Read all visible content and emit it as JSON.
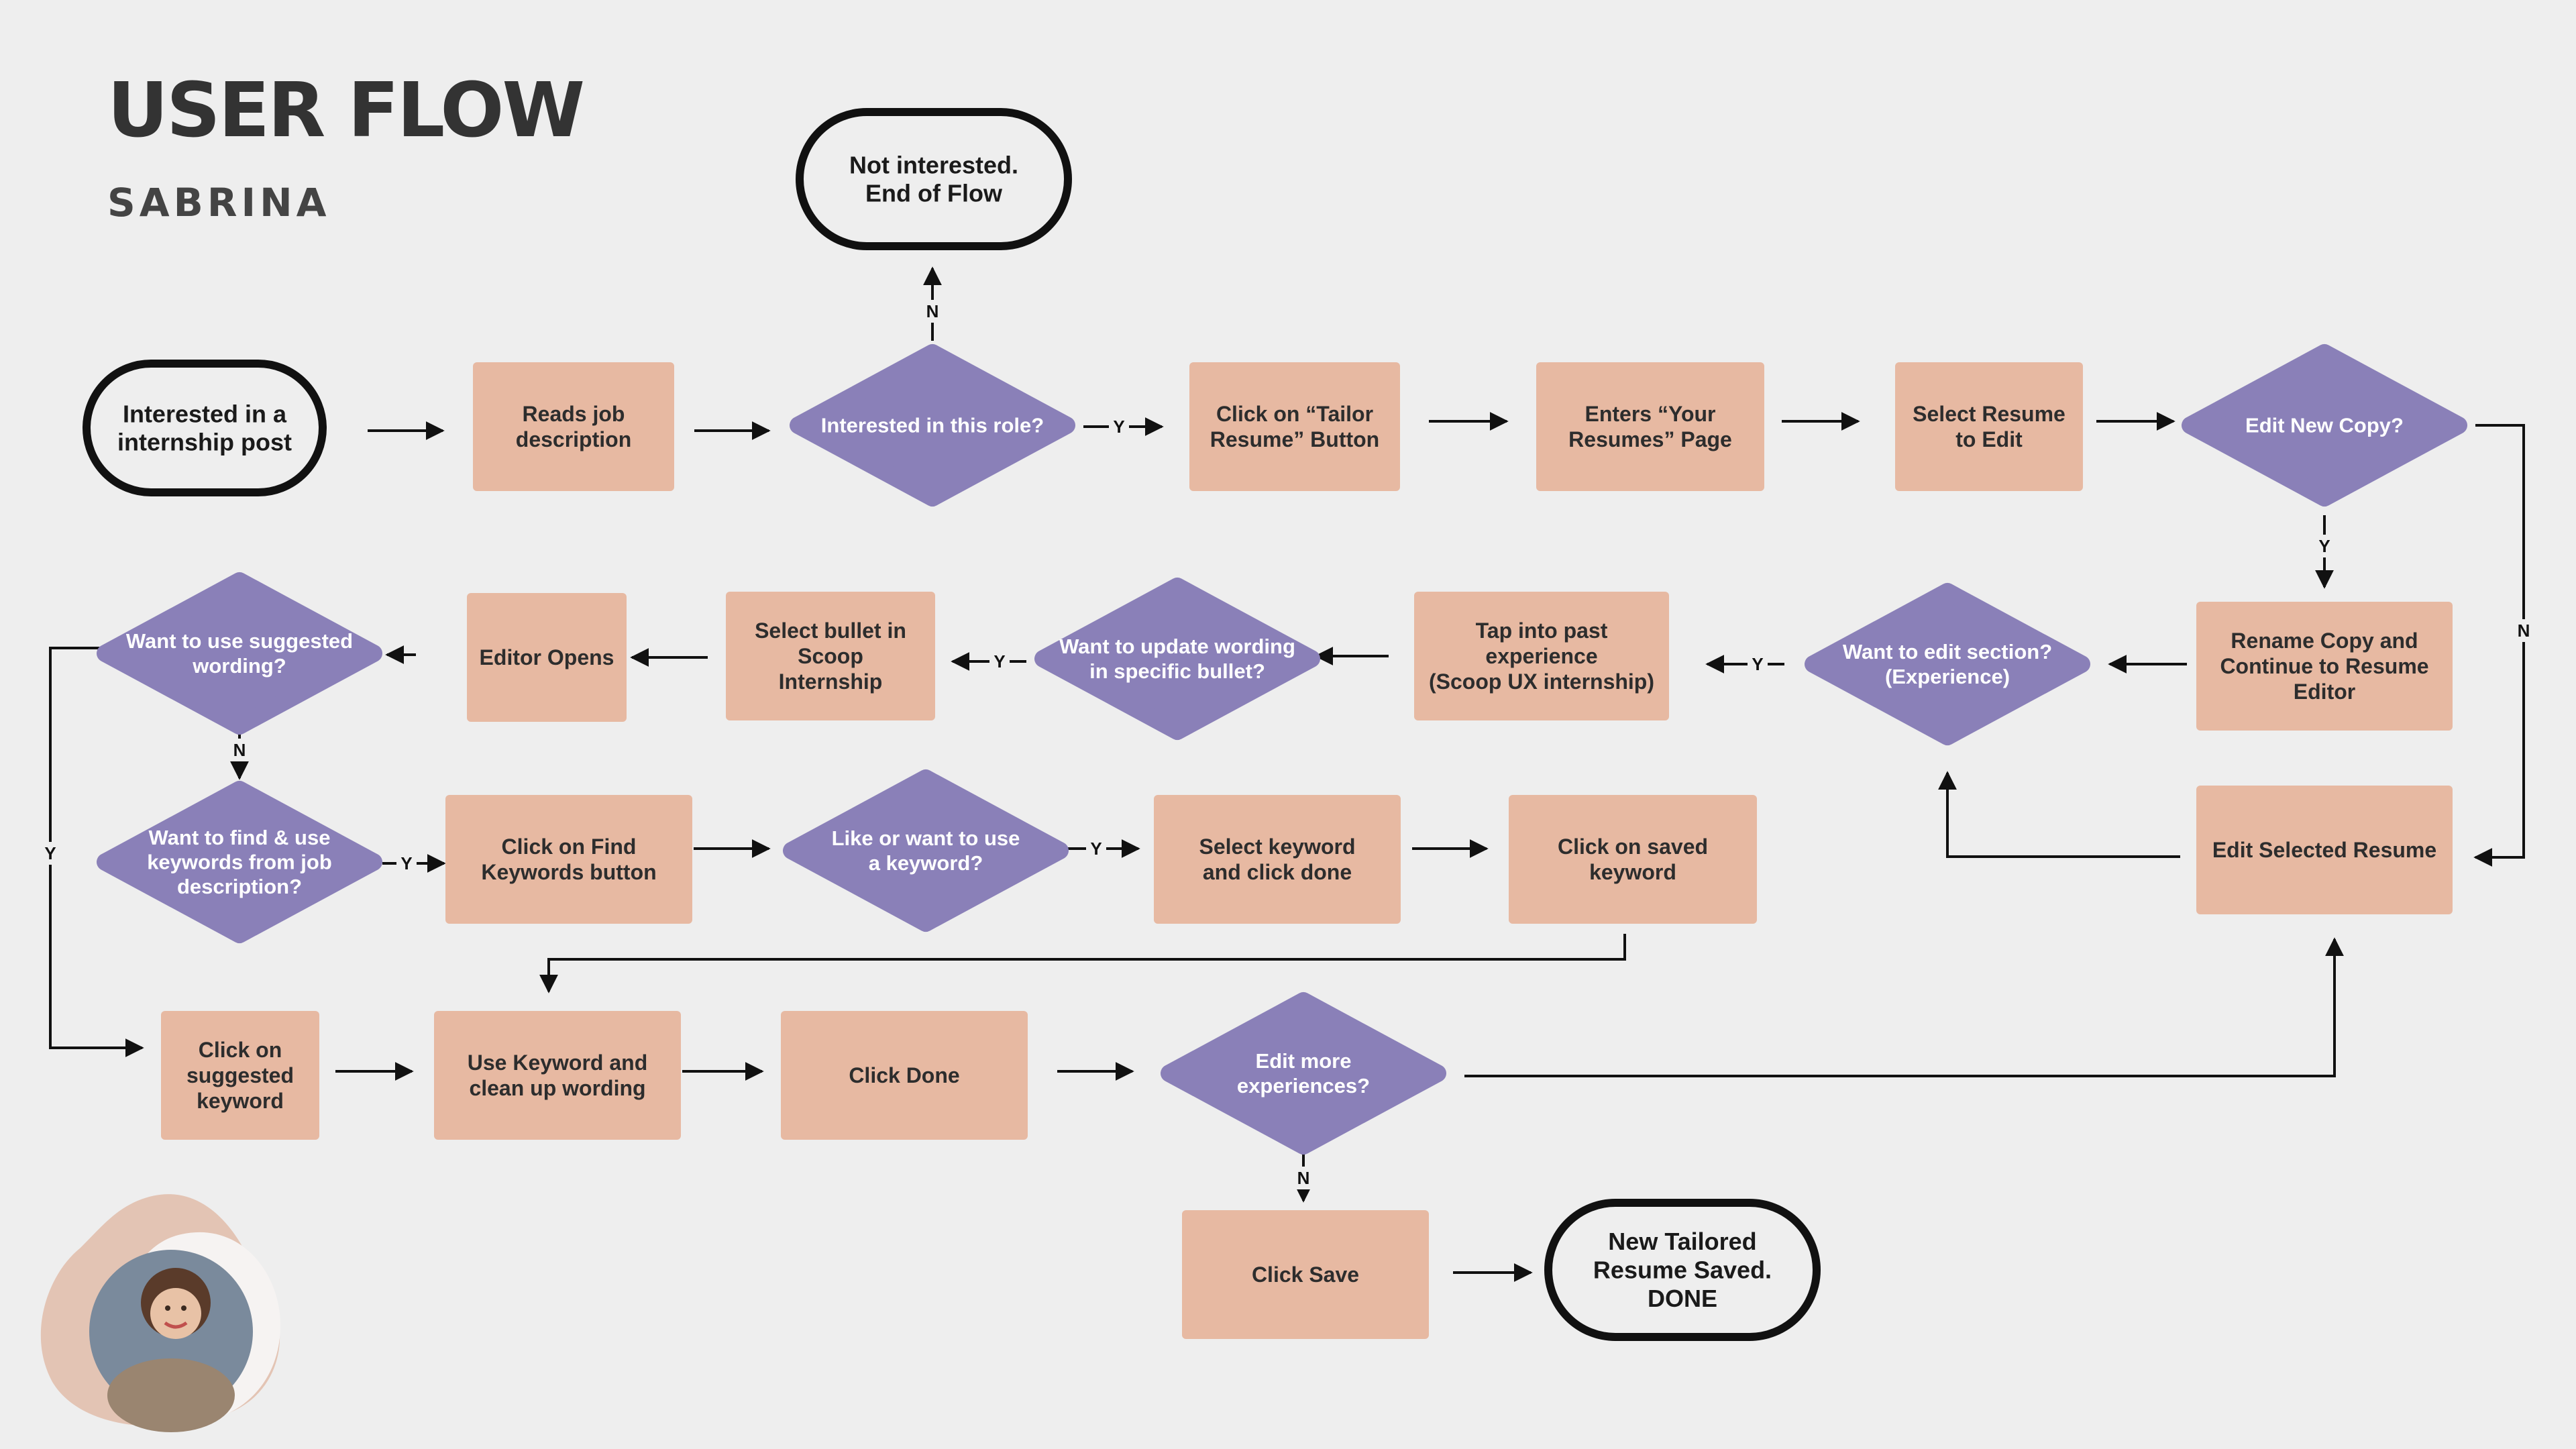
{
  "header": {
    "title": "USER FLOW",
    "subtitle": "SABRINA"
  },
  "colors": {
    "background": "#eeeeee",
    "process": "#e7b9a2",
    "decision": "#8a80b8",
    "terminal_border": "#111111",
    "line": "#111111"
  },
  "nodes": [
    {
      "id": "start",
      "shape": "terminal",
      "lines": [
        "Interested in a",
        "internship post"
      ]
    },
    {
      "id": "reads_jd",
      "shape": "process",
      "lines": [
        "Reads job",
        "description"
      ]
    },
    {
      "id": "interested_role",
      "shape": "decision",
      "lines": [
        "Interested in this role?"
      ]
    },
    {
      "id": "not_interested",
      "shape": "terminal",
      "lines": [
        "Not interested.",
        "End of Flow"
      ]
    },
    {
      "id": "tailor_btn",
      "shape": "process",
      "lines": [
        "Click on “Tailor",
        "Resume” Button"
      ]
    },
    {
      "id": "your_resumes",
      "shape": "process",
      "lines": [
        "Enters “Your",
        "Resumes” Page"
      ]
    },
    {
      "id": "select_resume",
      "shape": "process",
      "lines": [
        "Select Resume",
        "to Edit"
      ]
    },
    {
      "id": "edit_new_copy",
      "shape": "decision",
      "lines": [
        "Edit New Copy?"
      ]
    },
    {
      "id": "rename_copy",
      "shape": "process",
      "lines": [
        "Rename Copy and",
        "Continue to Resume",
        "Editor"
      ]
    },
    {
      "id": "edit_selected",
      "shape": "process",
      "lines": [
        "Edit Selected Resume"
      ]
    },
    {
      "id": "edit_section",
      "shape": "decision",
      "lines": [
        "Want to edit section?",
        "(Experience)"
      ]
    },
    {
      "id": "tap_past",
      "shape": "process",
      "lines": [
        "Tap into past",
        "experience",
        "(Scoop UX internship)"
      ]
    },
    {
      "id": "update_wording",
      "shape": "decision",
      "lines": [
        "Want to update wording",
        "in specific bullet?"
      ]
    },
    {
      "id": "select_bullet",
      "shape": "process",
      "lines": [
        "Select bullet in",
        "Scoop",
        "Internship"
      ]
    },
    {
      "id": "editor_opens",
      "shape": "process",
      "lines": [
        "Editor Opens"
      ]
    },
    {
      "id": "use_suggested",
      "shape": "decision",
      "lines": [
        "Want to use suggested",
        "wording?"
      ]
    },
    {
      "id": "find_keywords",
      "shape": "decision",
      "lines": [
        "Want to find & use",
        "keywords from job",
        "description?"
      ]
    },
    {
      "id": "find_kw_btn",
      "shape": "process",
      "lines": [
        "Click on Find",
        "Keywords button"
      ]
    },
    {
      "id": "like_keyword",
      "shape": "decision",
      "lines": [
        "Like or want to use",
        "a keyword?"
      ]
    },
    {
      "id": "select_keyword",
      "shape": "process",
      "lines": [
        "Select keyword",
        "and click done"
      ]
    },
    {
      "id": "saved_keyword",
      "shape": "process",
      "lines": [
        "Click on saved",
        "keyword"
      ]
    },
    {
      "id": "suggested_kw",
      "shape": "process",
      "lines": [
        "Click on",
        "suggested",
        "keyword"
      ]
    },
    {
      "id": "use_keyword",
      "shape": "process",
      "lines": [
        "Use Keyword and",
        "clean up wording"
      ]
    },
    {
      "id": "click_done",
      "shape": "process",
      "lines": [
        "Click Done"
      ]
    },
    {
      "id": "edit_more",
      "shape": "decision",
      "lines": [
        "Edit more",
        "experiences?"
      ]
    },
    {
      "id": "click_save",
      "shape": "process",
      "lines": [
        "Click Save"
      ]
    },
    {
      "id": "done",
      "shape": "terminal",
      "lines": [
        "New Tailored",
        "Resume Saved.",
        "DONE"
      ]
    }
  ],
  "edges": [
    {
      "from": "start",
      "to": "reads_jd",
      "label": ""
    },
    {
      "from": "reads_jd",
      "to": "interested_role",
      "label": ""
    },
    {
      "from": "interested_role",
      "to": "not_interested",
      "label": "N"
    },
    {
      "from": "interested_role",
      "to": "tailor_btn",
      "label": "Y"
    },
    {
      "from": "tailor_btn",
      "to": "your_resumes",
      "label": ""
    },
    {
      "from": "your_resumes",
      "to": "select_resume",
      "label": ""
    },
    {
      "from": "select_resume",
      "to": "edit_new_copy",
      "label": ""
    },
    {
      "from": "edit_new_copy",
      "to": "rename_copy",
      "label": "Y"
    },
    {
      "from": "edit_new_copy",
      "to": "edit_selected",
      "label": "N"
    },
    {
      "from": "rename_copy",
      "to": "edit_section",
      "label": ""
    },
    {
      "from": "edit_selected",
      "to": "edit_section",
      "label": ""
    },
    {
      "from": "edit_section",
      "to": "tap_past",
      "label": "Y"
    },
    {
      "from": "tap_past",
      "to": "update_wording",
      "label": ""
    },
    {
      "from": "update_wording",
      "to": "select_bullet",
      "label": "Y"
    },
    {
      "from": "select_bullet",
      "to": "editor_opens",
      "label": ""
    },
    {
      "from": "editor_opens",
      "to": "use_suggested",
      "label": ""
    },
    {
      "from": "use_suggested",
      "to": "find_keywords",
      "label": "N"
    },
    {
      "from": "use_suggested",
      "to": "suggested_kw",
      "label": "Y"
    },
    {
      "from": "find_keywords",
      "to": "find_kw_btn",
      "label": "Y"
    },
    {
      "from": "find_kw_btn",
      "to": "like_keyword",
      "label": ""
    },
    {
      "from": "like_keyword",
      "to": "select_keyword",
      "label": "Y"
    },
    {
      "from": "select_keyword",
      "to": "saved_keyword",
      "label": ""
    },
    {
      "from": "saved_keyword",
      "to": "use_keyword",
      "label": ""
    },
    {
      "from": "suggested_kw",
      "to": "use_keyword",
      "label": ""
    },
    {
      "from": "use_keyword",
      "to": "click_done",
      "label": ""
    },
    {
      "from": "click_done",
      "to": "edit_more",
      "label": ""
    },
    {
      "from": "edit_more",
      "to": "edit_selected",
      "label": ""
    },
    {
      "from": "edit_more",
      "to": "click_save",
      "label": "N"
    },
    {
      "from": "click_save",
      "to": "done",
      "label": ""
    }
  ]
}
